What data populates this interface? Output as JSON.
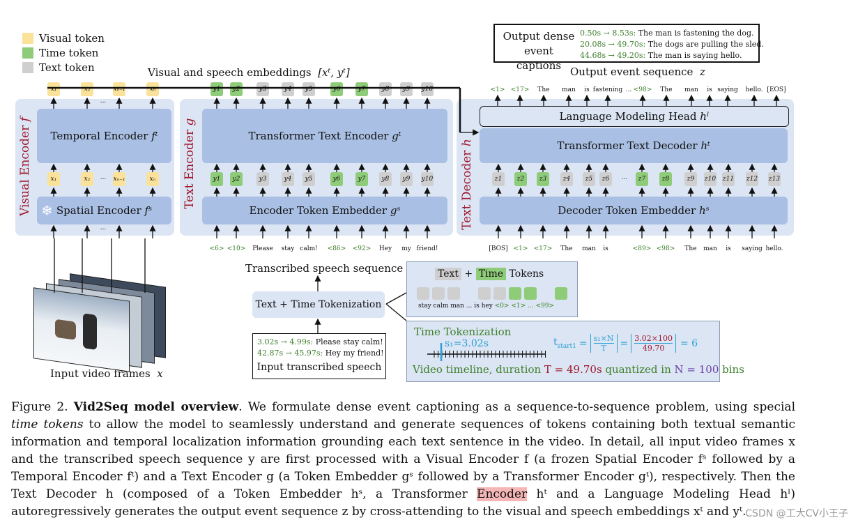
{
  "legend": {
    "visual": "Visual token",
    "time": "Time token",
    "text": "Text token",
    "colors": {
      "visual": "#fbe29a",
      "time": "#8fcc79",
      "text": "#cfcfcf"
    }
  },
  "embeddings_label": "Visual and speech embeddings",
  "embeddings_math": "[xᵗ, yᵗ]",
  "visual_encoder": {
    "label": "Visual Encoder",
    "var": "f",
    "temporal": "Temporal Encoder",
    "temporal_var": "fᵗ",
    "spatial": "Spatial Encoder",
    "spatial_var": "fˢ",
    "snowflake": "❄",
    "ellipsis": "..."
  },
  "text_encoder": {
    "label": "Text Encoder",
    "var": "g",
    "transformer": "Transformer Text Encoder",
    "transformer_var": "gᵗ",
    "embedder": "Encoder Token Embedder",
    "embedder_var": "gˢ",
    "inputs": [
      "<6>",
      "<10>",
      "Please",
      "stay",
      "calm!",
      "<86>",
      "<92>",
      "Hey",
      "my",
      "friend!"
    ]
  },
  "text_decoder": {
    "label": "Text Decoder",
    "var": "h",
    "lm_head": "Language Modeling Head",
    "lm_head_var": "hˡ",
    "transformer": "Transformer Text Decoder",
    "transformer_var": "hᵗ",
    "embedder": "Decoder Token Embedder",
    "embedder_var": "hˢ",
    "inputs": [
      "[BOS]",
      "<1>",
      "<17>",
      "The",
      "man",
      "is",
      "<89>",
      "<98>",
      "The",
      "man",
      "is",
      "saying",
      "hello."
    ],
    "outputs": [
      "<1>",
      "<17>",
      "The",
      "man",
      "is",
      "fastening",
      "...",
      "<98>",
      "The",
      "man",
      "is",
      "saying",
      "hello.",
      "[EOS]"
    ]
  },
  "output_box": {
    "title_line1": "Output dense",
    "title_line2": "event captions",
    "lines": [
      {
        "time": "0.50s → 8.53s:",
        "text": "The man is fastening the dog."
      },
      {
        "time": "20.08s → 49.70s:",
        "text": "The dogs are pulling the sled."
      },
      {
        "time": "44.68s → 49.20s:",
        "text": "The man is saying hello."
      }
    ]
  },
  "output_seq_label": "Output event sequence",
  "output_seq_var": "z",
  "speech_seq_label": "Transcribed speech sequence",
  "speech_seq_var": "y",
  "tokenization_label": "Text + Time Tokenization",
  "tokens_box": {
    "text": "Text",
    "plus": "+",
    "time": "Time",
    "suffix": "Tokens",
    "words": [
      "stay",
      "calm",
      "man",
      "...",
      "is",
      "hey"
    ],
    "time_words": [
      "<0>",
      "<1>",
      "...",
      "<99>"
    ]
  },
  "speech_box": {
    "lines": [
      {
        "time": "3.02s → 4.99s:",
        "text": "Please stay calm!"
      },
      {
        "time": "42.87s → 45.97s:",
        "text": "Hey my friend!"
      }
    ],
    "title": "Input transcribed speech"
  },
  "time_tok_box": {
    "title": "Time Tokenization",
    "marker": "s₁=3.02s",
    "formula_lhs": "t",
    "formula_sub": "start1",
    "formula_num1": "s₁×N",
    "formula_den1": "T",
    "formula_num2": "3.02×100",
    "formula_den2": "49.70",
    "formula_result": "= 6",
    "timeline_prefix": "Video timeline, duration ",
    "timeline_T": "T = 49.70s",
    "timeline_mid": " quantized in ",
    "timeline_N": "N = 100",
    "timeline_suffix": " bins"
  },
  "input_frames_label": "Input video frames",
  "input_frames_var": "x",
  "caption": {
    "fig": "Figure 2.",
    "bold": "Vid2Seq model overview",
    "body1": ". We formulate dense event captioning as a sequence-to-sequence problem, using special ",
    "italic": "time tokens",
    "body2": " to allow the model to seamlessly understand and generate sequences of tokens containing both textual semantic information and temporal localization information grounding each text sentence in the video. In detail, all input video frames x and the transcribed speech sequence y are first processed with a Visual Encoder f (a frozen Spatial Encoder fˢ followed by a Temporal Encoder fᵗ) and a Text Encoder g (a Token Embedder gˢ followed by a Transformer Encoder gᵗ), respectively. Then the Text Decoder h (composed of a Token Embedder hˢ, a Transformer ",
    "highlight": "Encoder",
    "body3": " hᵗ and a Language Modeling Head hˡ) autoregressively generates the output event sequence z by cross-attending to the visual and speech embeddings xᵗ and yᵗ."
  },
  "watermark": "CSDN @工大CV小王子"
}
